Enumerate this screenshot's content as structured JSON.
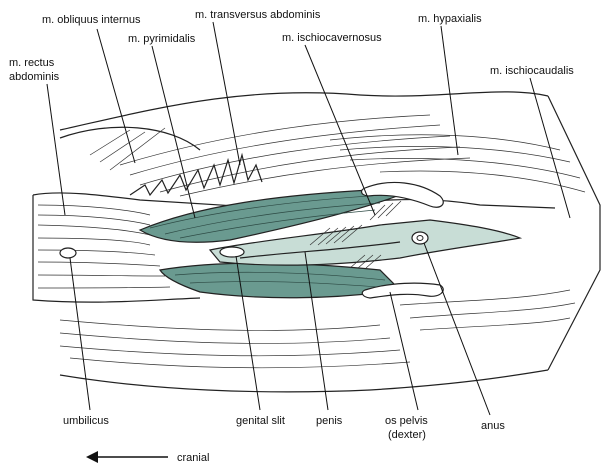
{
  "labels": {
    "obliquus_internus": "m. obliquus internus",
    "transversus_abdominis": "m. transversus abdominis",
    "pyrimidalis": "m. pyrimidalis",
    "ischiocavernosus": "m. ischiocavernosus",
    "hypaxialis": "m. hypaxialis",
    "ischiocaudalis": "m. ischiocaudalis",
    "rectus_line1": "m. rectus",
    "rectus_line2": "abdominis",
    "umbilicus": "umbilicus",
    "genital_slit": "genital slit",
    "penis": "penis",
    "os_pelvis_line1": "os pelvis",
    "os_pelvis_line2": "(dexter)",
    "anus": "anus",
    "direction": "cranial"
  },
  "colors": {
    "muscle_dark": "#6a9a90",
    "muscle_light": "#c8ddd6",
    "bone": "#ffffff",
    "stroke": "#222222"
  }
}
